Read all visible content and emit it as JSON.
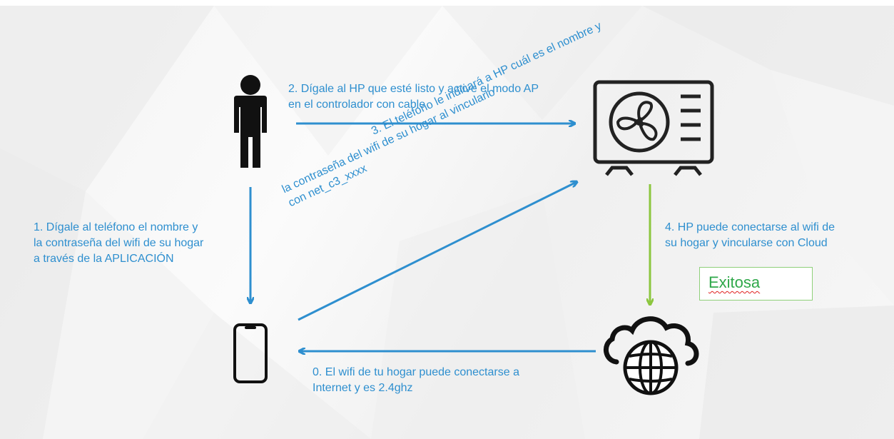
{
  "steps": {
    "step2": {
      "line1": "2. Dígale al HP que esté listo y active el modo AP",
      "line2": "en el controlador con cable"
    },
    "step1": {
      "line1": "1. Dígale al teléfono el nombre y",
      "line2": "la contraseña del wifi de su hogar",
      "line3": "a través de la APLICACIÓN"
    },
    "step3": {
      "line1": "3. El teléfono le indicará a HP cuál es el nombre y",
      "line2": "la contraseña del wifi de su hogar al vincularlo",
      "line3": "con net_c3_xxxx"
    },
    "step4": {
      "line1": "4. HP puede conectarse al wifi de",
      "line2": "su hogar y vincularse con Cloud"
    },
    "step0": {
      "line1": "0. El wifi de tu hogar puede conectarse a",
      "line2": "Internet y es 2.4ghz"
    }
  },
  "badge": {
    "text": "Exitosa"
  },
  "icons": {
    "person": "person-icon",
    "heat_pump": "heat-pump-icon",
    "phone": "smartphone-icon",
    "cloud": "cloud-globe-icon"
  },
  "colors": {
    "blue": "#2e8fcf",
    "green": "#8cc63f",
    "dark": "#111111"
  }
}
